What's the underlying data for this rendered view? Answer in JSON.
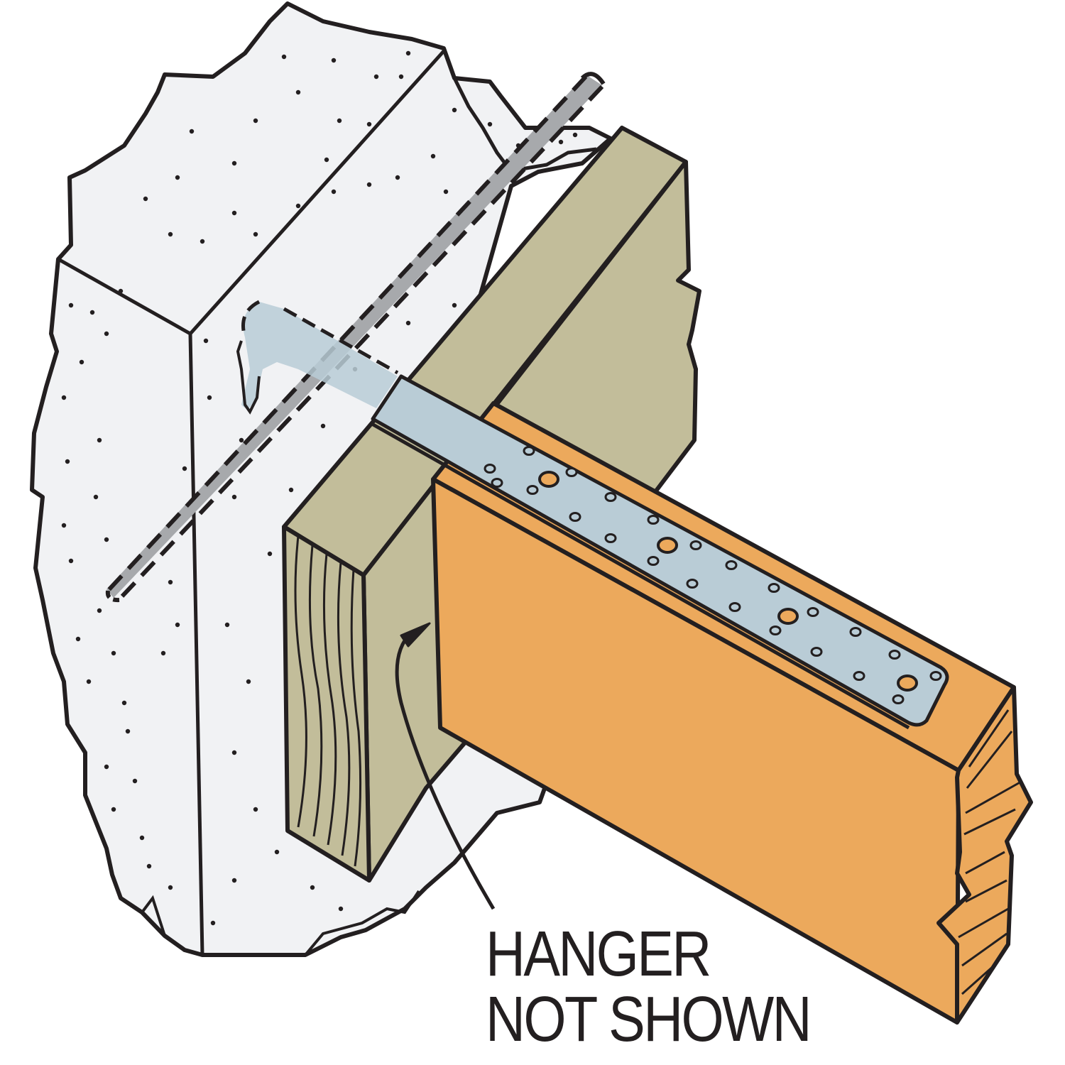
{
  "callout": {
    "line1": "HANGER",
    "line2": "NOT SHOWN"
  },
  "colors": {
    "outline": "#231f20",
    "concrete": "#f1f2f4",
    "concrete_speckle": "#231f20",
    "ledger_wood": "#c2bd9a",
    "joist_wood": "#eca95c",
    "strap_tie": "#b9ccd6",
    "anchor_rod": "#a7a9ac",
    "background": "#ffffff"
  },
  "parts": {
    "wall": "concrete",
    "ledger": "wood",
    "joist": "wood",
    "strap": "strap-tie",
    "rod": "anchor-rod"
  }
}
